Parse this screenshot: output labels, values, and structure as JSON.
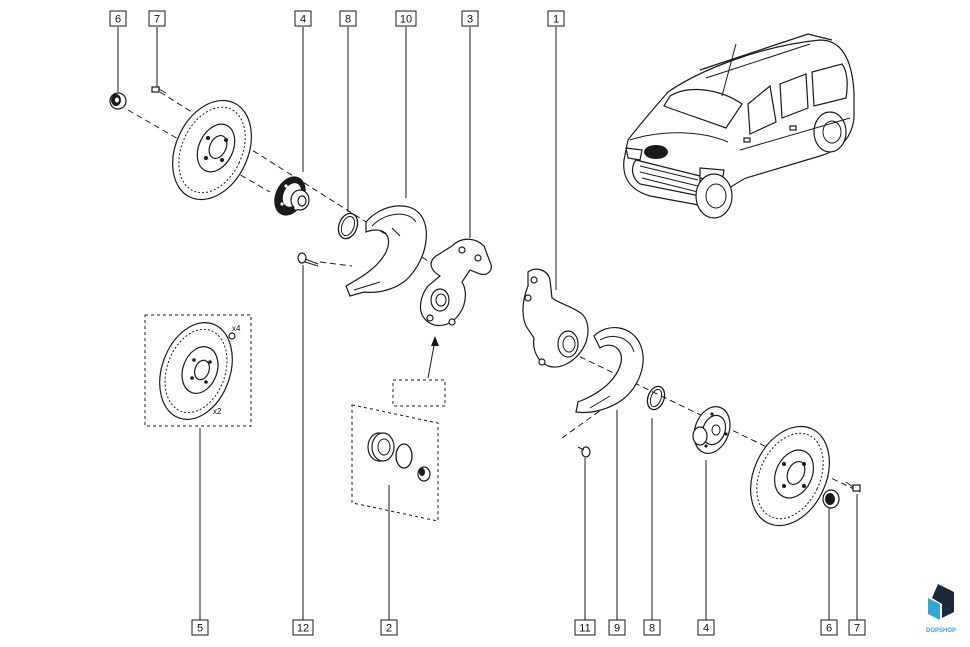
{
  "callouts": {
    "c6_top": "6",
    "c7_top": "7",
    "c4_top": "4",
    "c8_top": "8",
    "c10_top": "10",
    "c3_top": "3",
    "c1_top": "1",
    "c5_bottom": "5",
    "c12_bottom": "12",
    "c2_bottom": "2",
    "c11_bottom": "11",
    "c9_bottom": "9",
    "c8_bottom": "8",
    "c4_bottom": "4",
    "c6_bottom": "6",
    "c7_bottom": "7"
  },
  "annotations": {
    "qty_bolts": "x4",
    "qty_discs": "x2"
  },
  "logo": {
    "brand": "DOPSHOP",
    "color_primary": "#1a2a3a",
    "color_accent": "#2fa8d8"
  },
  "colors": {
    "line": "#1a1a1a",
    "background": "#ffffff"
  }
}
